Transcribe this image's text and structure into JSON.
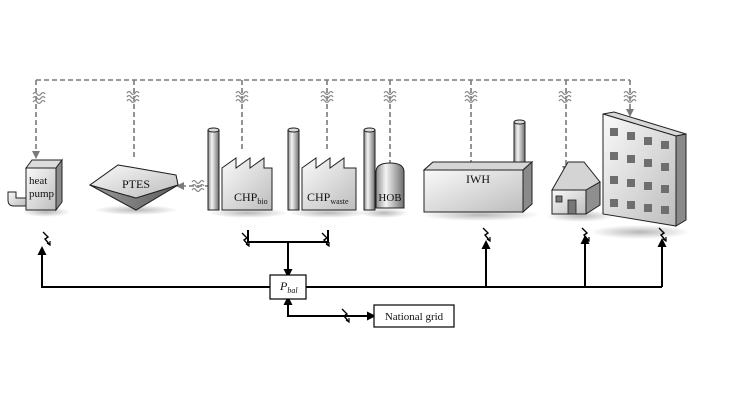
{
  "nodes": {
    "heat_pump": {
      "line1": "heat",
      "line2": "pump"
    },
    "ptes": {
      "label": "PTES"
    },
    "chp_bio": {
      "label": "CHP",
      "sub": "bio"
    },
    "chp_waste": {
      "label": "CHP",
      "sub": "waste"
    },
    "hob": {
      "label": "HOB"
    },
    "iwh": {
      "label": "IWH"
    },
    "pbal": {
      "label": "P",
      "sub": "bal"
    },
    "national_grid": {
      "label": "National grid"
    }
  },
  "colors": {
    "wire": "#000000",
    "heat_dash": "#7a7a7a",
    "face_light": "#f2f2f2",
    "face_dark": "#9a9a9a"
  }
}
